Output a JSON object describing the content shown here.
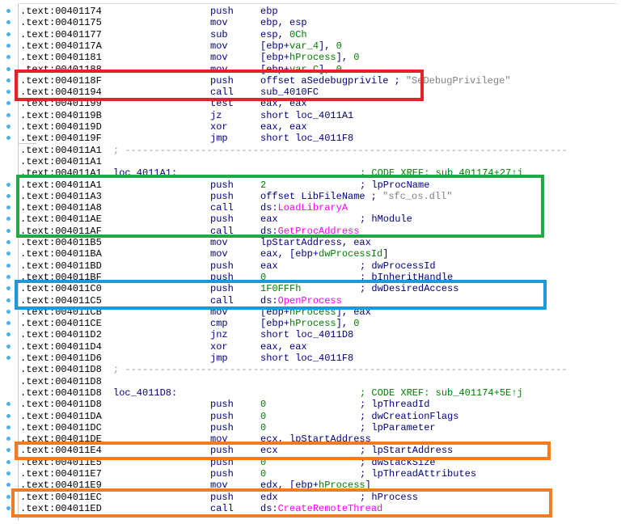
{
  "colors": {
    "red": "#e8202a",
    "green": "#22a845",
    "blue": "#1a9ad8",
    "orange": "#f47b20"
  },
  "rows": [
    {
      "addr": ".text:00401174",
      "mn": "push",
      "op": [
        [
          "ebp",
          "reg"
        ]
      ],
      "dot": true
    },
    {
      "addr": ".text:00401175",
      "mn": "mov",
      "op": [
        [
          "ebp, esp",
          "reg"
        ]
      ],
      "dot": true
    },
    {
      "addr": ".text:00401177",
      "mn": "sub",
      "op": [
        [
          "esp, ",
          "reg"
        ],
        [
          "0Ch",
          "num"
        ]
      ],
      "dot": true
    },
    {
      "addr": ".text:0040117A",
      "mn": "mov",
      "op": [
        [
          "[ebp+",
          "reg"
        ],
        [
          "var_4",
          "var"
        ],
        [
          "], ",
          "reg"
        ],
        [
          "0",
          "num"
        ]
      ],
      "dot": true
    },
    {
      "addr": ".text:00401181",
      "mn": "mov",
      "op": [
        [
          "[ebp+",
          "reg"
        ],
        [
          "hProcess",
          "var"
        ],
        [
          "], ",
          "reg"
        ],
        [
          "0",
          "num"
        ]
      ],
      "dot": true
    },
    {
      "addr": ".text:00401188",
      "mn": "mov",
      "op": [
        [
          "[ebp+",
          "reg"
        ],
        [
          "var_C",
          "var"
        ],
        [
          "], ",
          "reg"
        ],
        [
          "0",
          "num"
        ]
      ],
      "dot": true
    },
    {
      "addr": ".text:0040118F",
      "mn": "push",
      "op": [
        [
          "offset aSedebugprivile",
          "reg"
        ]
      ],
      "cm": [
        [
          "; ",
          "reg"
        ],
        [
          "\"SeDebugPrivilege\"",
          "str"
        ]
      ],
      "dot": true
    },
    {
      "addr": ".text:00401194",
      "mn": "call",
      "op": [
        [
          "sub_4010FC",
          "reg"
        ]
      ],
      "dot": true
    },
    {
      "addr": ".text:00401199",
      "mn": "test",
      "op": [
        [
          "eax, eax",
          "reg"
        ]
      ],
      "dot": true
    },
    {
      "addr": ".text:0040119B",
      "mn": "jz",
      "op": [
        [
          "short loc_4011A1",
          "reg"
        ]
      ],
      "dot": true
    },
    {
      "addr": ".text:0040119D",
      "mn": "xor",
      "op": [
        [
          "eax, eax",
          "reg"
        ]
      ],
      "dot": true
    },
    {
      "addr": ".text:0040119F",
      "mn": "jmp",
      "op": [
        [
          "short loc_4011F8",
          "reg"
        ]
      ],
      "dot": true
    },
    {
      "addr": ".text:004011A1",
      "sep": "; ----------------------------------------------------------------------------"
    },
    {
      "addr": ".text:004011A1"
    },
    {
      "addr": ".text:004011A1",
      "label": "loc_4011A1:",
      "cm": [
        [
          "; CODE XREF: sub_401174+27↑j",
          "xref"
        ]
      ]
    },
    {
      "addr": ".text:004011A1",
      "mn": "push",
      "op": [
        [
          "2",
          "num"
        ]
      ],
      "cm": [
        [
          "; lpProcName",
          "reg"
        ]
      ],
      "dot": true
    },
    {
      "addr": ".text:004011A3",
      "mn": "push",
      "op": [
        [
          "offset LibFileName",
          "reg"
        ]
      ],
      "cm": [
        [
          "; ",
          "reg"
        ],
        [
          "\"sfc_os.dll\"",
          "str"
        ]
      ],
      "dot": true
    },
    {
      "addr": ".text:004011A8",
      "mn": "call",
      "op": [
        [
          "ds:",
          "reg"
        ],
        [
          "LoadLibraryA",
          "api"
        ]
      ],
      "dot": true
    },
    {
      "addr": ".text:004011AE",
      "mn": "push",
      "op": [
        [
          "eax",
          "reg"
        ]
      ],
      "cm": [
        [
          "; hModule",
          "reg"
        ]
      ],
      "dot": true
    },
    {
      "addr": ".text:004011AF",
      "mn": "call",
      "op": [
        [
          "ds:",
          "reg"
        ],
        [
          "GetProcAddress",
          "api"
        ]
      ],
      "dot": true
    },
    {
      "addr": ".text:004011B5",
      "mn": "mov",
      "op": [
        [
          "lpStartAddress, eax",
          "reg"
        ]
      ],
      "dot": true
    },
    {
      "addr": ".text:004011BA",
      "mn": "mov",
      "op": [
        [
          "eax, [ebp+",
          "reg"
        ],
        [
          "dwProcessId",
          "var"
        ],
        [
          "]",
          "reg"
        ]
      ],
      "dot": true
    },
    {
      "addr": ".text:004011BD",
      "mn": "push",
      "op": [
        [
          "eax",
          "reg"
        ]
      ],
      "cm": [
        [
          "; dwProcessId",
          "reg"
        ]
      ],
      "dot": true
    },
    {
      "addr": ".text:004011BF",
      "mn": "push",
      "op": [
        [
          "0",
          "num"
        ]
      ],
      "cm": [
        [
          "; bInheritHandle",
          "reg"
        ]
      ],
      "dot": true
    },
    {
      "addr": ".text:004011C0",
      "mn": "push",
      "op": [
        [
          "1F0FFFh",
          "num"
        ]
      ],
      "cm": [
        [
          "; dwDesiredAccess",
          "reg"
        ]
      ],
      "dot": true
    },
    {
      "addr": ".text:004011C5",
      "mn": "call",
      "op": [
        [
          "ds:",
          "reg"
        ],
        [
          "OpenProcess",
          "api"
        ]
      ],
      "dot": true
    },
    {
      "addr": ".text:004011CB",
      "mn": "mov",
      "op": [
        [
          "[ebp+",
          "reg"
        ],
        [
          "hProcess",
          "var"
        ],
        [
          "], eax",
          "reg"
        ]
      ],
      "dot": true
    },
    {
      "addr": ".text:004011CE",
      "mn": "cmp",
      "op": [
        [
          "[ebp+",
          "reg"
        ],
        [
          "hProcess",
          "var"
        ],
        [
          "], ",
          "reg"
        ],
        [
          "0",
          "num"
        ]
      ],
      "dot": true
    },
    {
      "addr": ".text:004011D2",
      "mn": "jnz",
      "op": [
        [
          "short loc_4011D8",
          "reg"
        ]
      ],
      "dot": true
    },
    {
      "addr": ".text:004011D4",
      "mn": "xor",
      "op": [
        [
          "eax, eax",
          "reg"
        ]
      ],
      "dot": true
    },
    {
      "addr": ".text:004011D6",
      "mn": "jmp",
      "op": [
        [
          "short loc_4011F8",
          "reg"
        ]
      ],
      "dot": true
    },
    {
      "addr": ".text:004011D8",
      "sep": "; ----------------------------------------------------------------------------"
    },
    {
      "addr": ".text:004011D8"
    },
    {
      "addr": ".text:004011D8",
      "label": "loc_4011D8:",
      "cm": [
        [
          "; CODE XREF: sub_401174+5E↑j",
          "xref"
        ]
      ]
    },
    {
      "addr": ".text:004011D8",
      "mn": "push",
      "op": [
        [
          "0",
          "num"
        ]
      ],
      "cm": [
        [
          "; lpThreadId",
          "reg"
        ]
      ],
      "dot": true
    },
    {
      "addr": ".text:004011DA",
      "mn": "push",
      "op": [
        [
          "0",
          "num"
        ]
      ],
      "cm": [
        [
          "; dwCreationFlags",
          "reg"
        ]
      ],
      "dot": true
    },
    {
      "addr": ".text:004011DC",
      "mn": "push",
      "op": [
        [
          "0",
          "num"
        ]
      ],
      "cm": [
        [
          "; lpParameter",
          "reg"
        ]
      ],
      "dot": true
    },
    {
      "addr": ".text:004011DE",
      "mn": "mov",
      "op": [
        [
          "ecx, lpStartAddress",
          "reg"
        ]
      ],
      "dot": true
    },
    {
      "addr": ".text:004011E4",
      "mn": "push",
      "op": [
        [
          "ecx",
          "reg"
        ]
      ],
      "cm": [
        [
          "; lpStartAddress",
          "reg"
        ]
      ],
      "dot": true
    },
    {
      "addr": ".text:004011E5",
      "mn": "push",
      "op": [
        [
          "0",
          "num"
        ]
      ],
      "cm": [
        [
          "; dwStackSize",
          "reg"
        ]
      ],
      "dot": true
    },
    {
      "addr": ".text:004011E7",
      "mn": "push",
      "op": [
        [
          "0",
          "num"
        ]
      ],
      "cm": [
        [
          "; lpThreadAttributes",
          "reg"
        ]
      ],
      "dot": true
    },
    {
      "addr": ".text:004011E9",
      "mn": "mov",
      "op": [
        [
          "edx, [ebp+",
          "reg"
        ],
        [
          "hProcess",
          "var"
        ],
        [
          "]",
          "reg"
        ]
      ],
      "dot": true
    },
    {
      "addr": ".text:004011EC",
      "mn": "push",
      "op": [
        [
          "edx",
          "reg"
        ]
      ],
      "cm": [
        [
          "; hProcess",
          "reg"
        ]
      ],
      "dot": true
    },
    {
      "addr": ".text:004011ED",
      "mn": "call",
      "op": [
        [
          "ds:",
          "reg"
        ],
        [
          "CreateRemoteThread",
          "api"
        ]
      ],
      "dot": true
    }
  ]
}
